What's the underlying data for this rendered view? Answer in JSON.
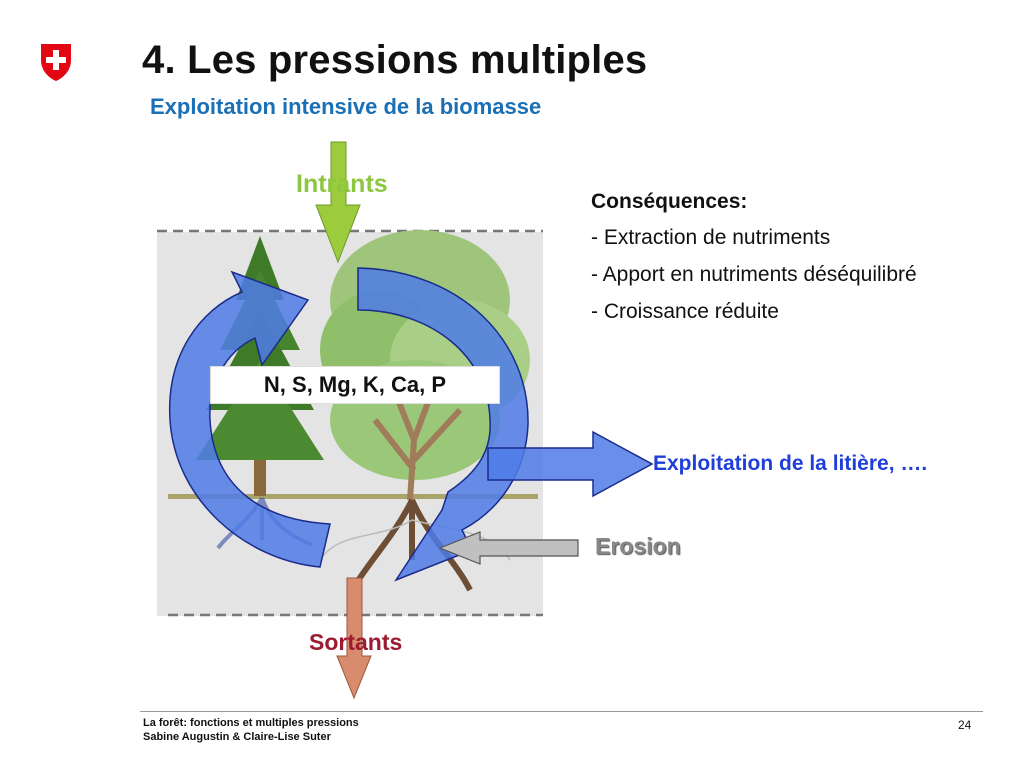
{
  "header": {
    "logo": "swiss-cross-shield-icon",
    "title": "4. Les pressions multiples",
    "subtitle": "Exploitation intensive de la biomasse"
  },
  "diagram": {
    "inputs_label": "Intrants",
    "outputs_label": "Sortants",
    "nutrients_label": "N, S, Mg, K, Ca, P",
    "litter_label": "Exploitation de la litière, ….",
    "erosion_label": "Erosion",
    "colors": {
      "inputs_arrow": "#8dc63f",
      "outputs_arrow": "#d98b6e",
      "cycle_arrow": "#4f7be8",
      "erosion_arrow": "#bcbcbc",
      "background_box": "#e4e4e4"
    }
  },
  "consequences": {
    "heading": "Conséquences:",
    "items": [
      "- Extraction de nutriments",
      "- Apport en nutriments déséquilibré",
      "- Croissance réduite"
    ]
  },
  "footer": {
    "line1": "La forêt: fonctions et multiples pressions",
    "line2": "Sabine Augustin & Claire-Lise Suter",
    "page_number": "24"
  }
}
